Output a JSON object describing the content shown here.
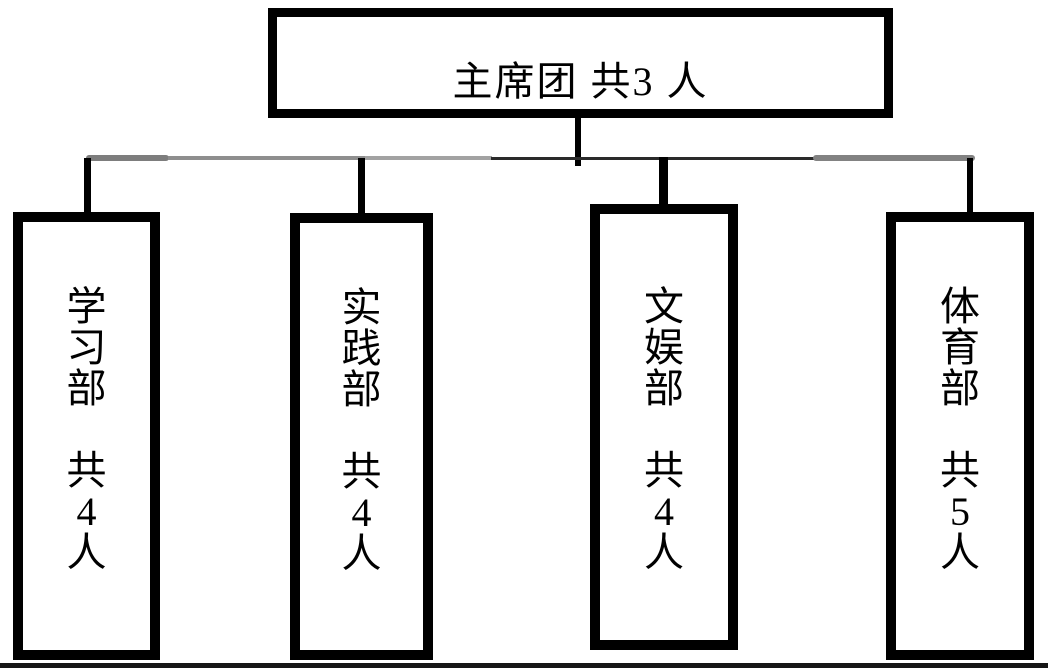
{
  "org": {
    "root": {
      "name": "主席团",
      "count_text": "共3 人",
      "label": "主席团 共3 人"
    },
    "departments": [
      {
        "name": "学习部",
        "count_text": "共4人",
        "chars": [
          "学",
          "习",
          "部",
          "",
          "共",
          "4",
          "人"
        ]
      },
      {
        "name": "实践部",
        "count_text": "共4人",
        "chars": [
          "实",
          "践",
          "部",
          "",
          "共",
          "4",
          "人"
        ]
      },
      {
        "name": "文娱部",
        "count_text": "共4人",
        "chars": [
          "文",
          "娱",
          "部",
          "",
          "共",
          "4",
          "人"
        ]
      },
      {
        "name": "体育部",
        "count_text": "共5人",
        "chars": [
          "体",
          "育",
          "部",
          "",
          "共",
          "5",
          "人"
        ]
      }
    ]
  },
  "colors": {
    "box_border": "#000000",
    "connector_gray": "#8e8e8e",
    "connector_dark": "#2a2a2a",
    "background": "#ffffff"
  }
}
